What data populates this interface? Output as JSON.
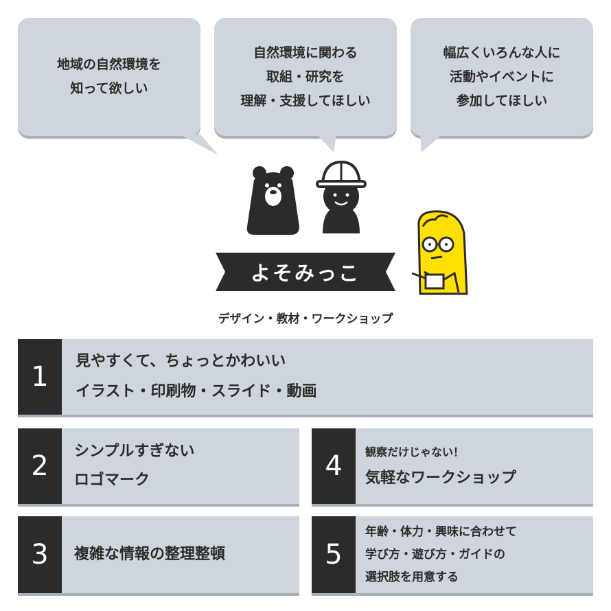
{
  "bubbles": [
    {
      "lines": [
        "地域の自然環境を",
        "知って欲しい"
      ]
    },
    {
      "lines": [
        "自然環境に関わる",
        "取組・研究を",
        "理解・支援してほしい"
      ]
    },
    {
      "lines": [
        "幅広くいろんな人に",
        "活動やイベントに",
        "参加してほしい"
      ]
    }
  ],
  "brand": {
    "name": "よそみっこ",
    "tagline": "デザイン・教材・ワークショップ"
  },
  "cards": [
    {
      "number": "1",
      "lines": [
        "見やすくて、ちょっとかわいい",
        "イラスト・印刷物・スライド・動画"
      ]
    },
    {
      "number": "2",
      "lines": [
        "シンプルすぎない",
        "ロゴマーク"
      ]
    },
    {
      "number": "3",
      "lines": [
        "複雑な情報の整理整頓"
      ]
    },
    {
      "number": "4",
      "lines": [
        "観察だけじゃない！",
        "気軽なワークショップ"
      ]
    },
    {
      "number": "5",
      "lines": [
        "年齢・体力・興味に合わせて",
        "学び方・遊び方・ガイドの",
        "選択肢を用意する"
      ]
    }
  ],
  "colors": {
    "card_bg": "#ced5dd",
    "shadow": "#a9b2bc",
    "dark": "#2b2b2b",
    "accent_yellow": "#ffe000"
  },
  "icons": [
    "bear-icon",
    "explorer-helmet-icon",
    "researcher-with-glasses-icon"
  ]
}
